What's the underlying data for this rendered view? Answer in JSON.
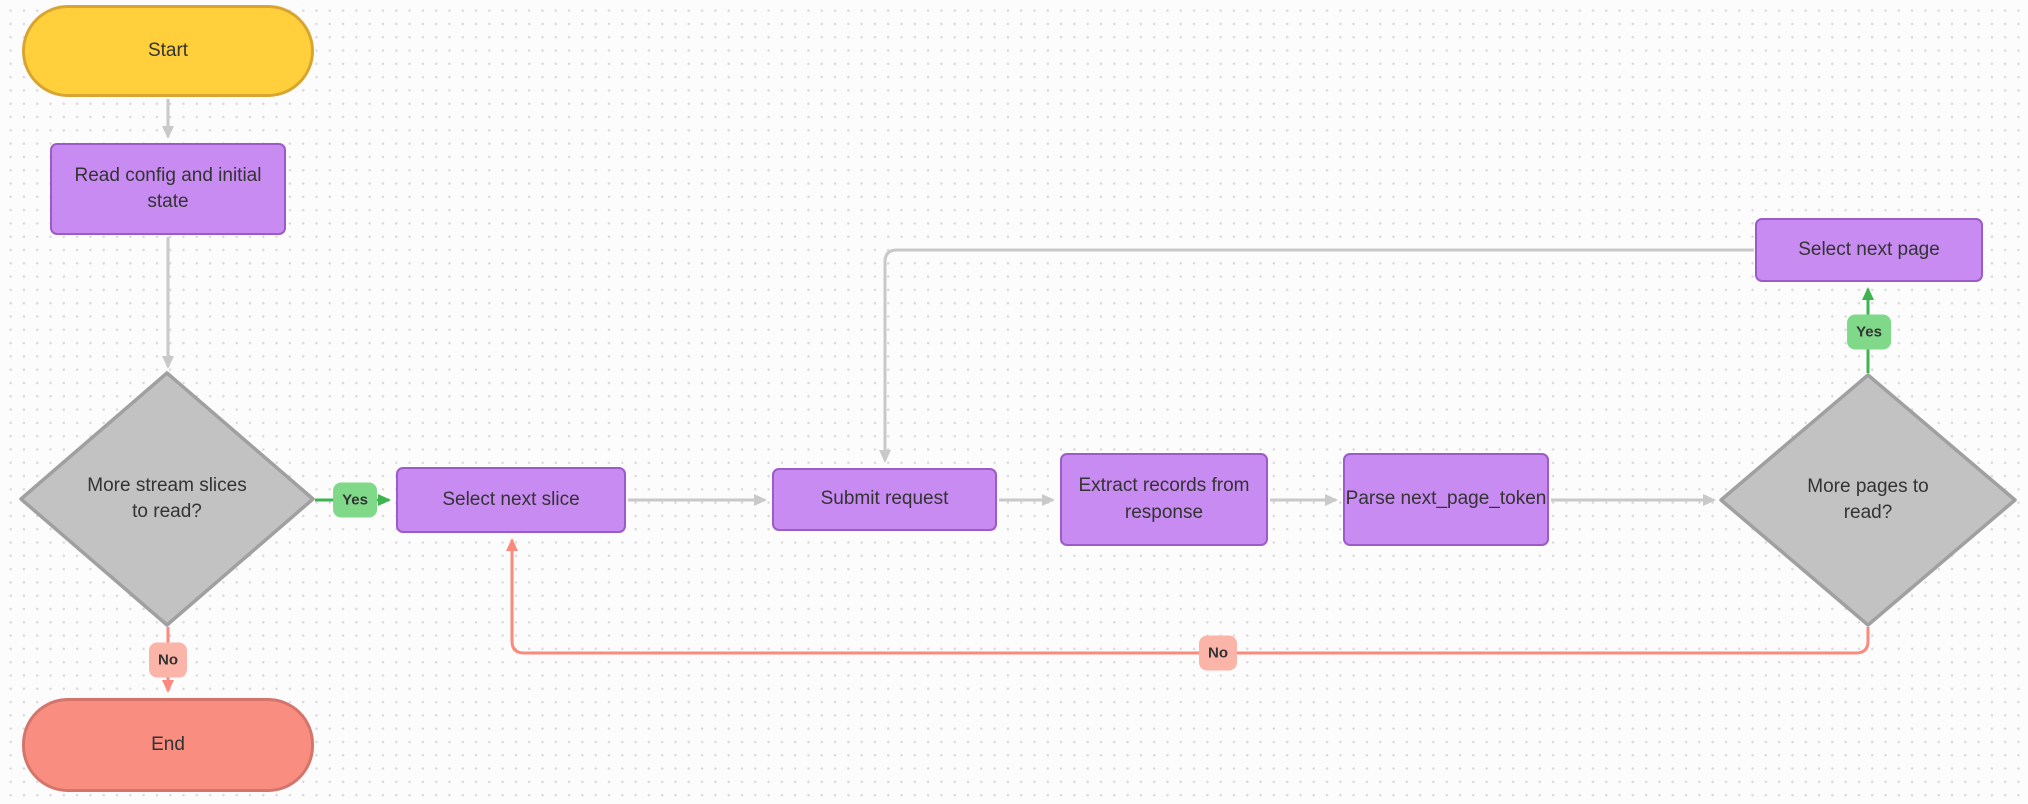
{
  "diagram": {
    "nodes": {
      "start": {
        "label": "Start",
        "type": "terminal"
      },
      "read_config": {
        "label": "Read config and initial state",
        "type": "process"
      },
      "more_slices": {
        "label": "More stream slices to read?",
        "type": "decision"
      },
      "select_next_slice": {
        "label": "Select next slice",
        "type": "process"
      },
      "submit_request": {
        "label": "Submit request",
        "type": "process"
      },
      "extract_records": {
        "label": "Extract records from response",
        "type": "process"
      },
      "parse_next_page_token": {
        "label": "Parse next_page_token",
        "type": "process"
      },
      "more_pages": {
        "label": "More pages to read?",
        "type": "decision"
      },
      "select_next_page": {
        "label": "Select next page",
        "type": "process"
      },
      "end": {
        "label": "End",
        "type": "terminal"
      }
    },
    "edge_labels": {
      "more_slices_yes": {
        "label": "Yes"
      },
      "more_slices_no": {
        "label": "No"
      },
      "more_pages_yes": {
        "label": "Yes"
      },
      "more_pages_no": {
        "label": "No"
      }
    },
    "colors": {
      "canvas-bg": "#fcfcfc",
      "dot": "#dadada",
      "text": "#333333",
      "yellow-fill": "#ffd03b",
      "yellow-border": "#d9a42f",
      "purple-fill": "#c88bf1",
      "purple-border": "#9d5bc8",
      "decision-fill": "#c2c2c2",
      "decision-border": "#a0a0a0",
      "line-gray": "#c9c9c9",
      "line-green": "#3eb350",
      "green-label-bg": "#80d989",
      "line-red": "#f98a7d",
      "red-label-bg": "#fbb4a8",
      "end-fill": "#f98d80",
      "end-border": "#d3756b"
    }
  }
}
